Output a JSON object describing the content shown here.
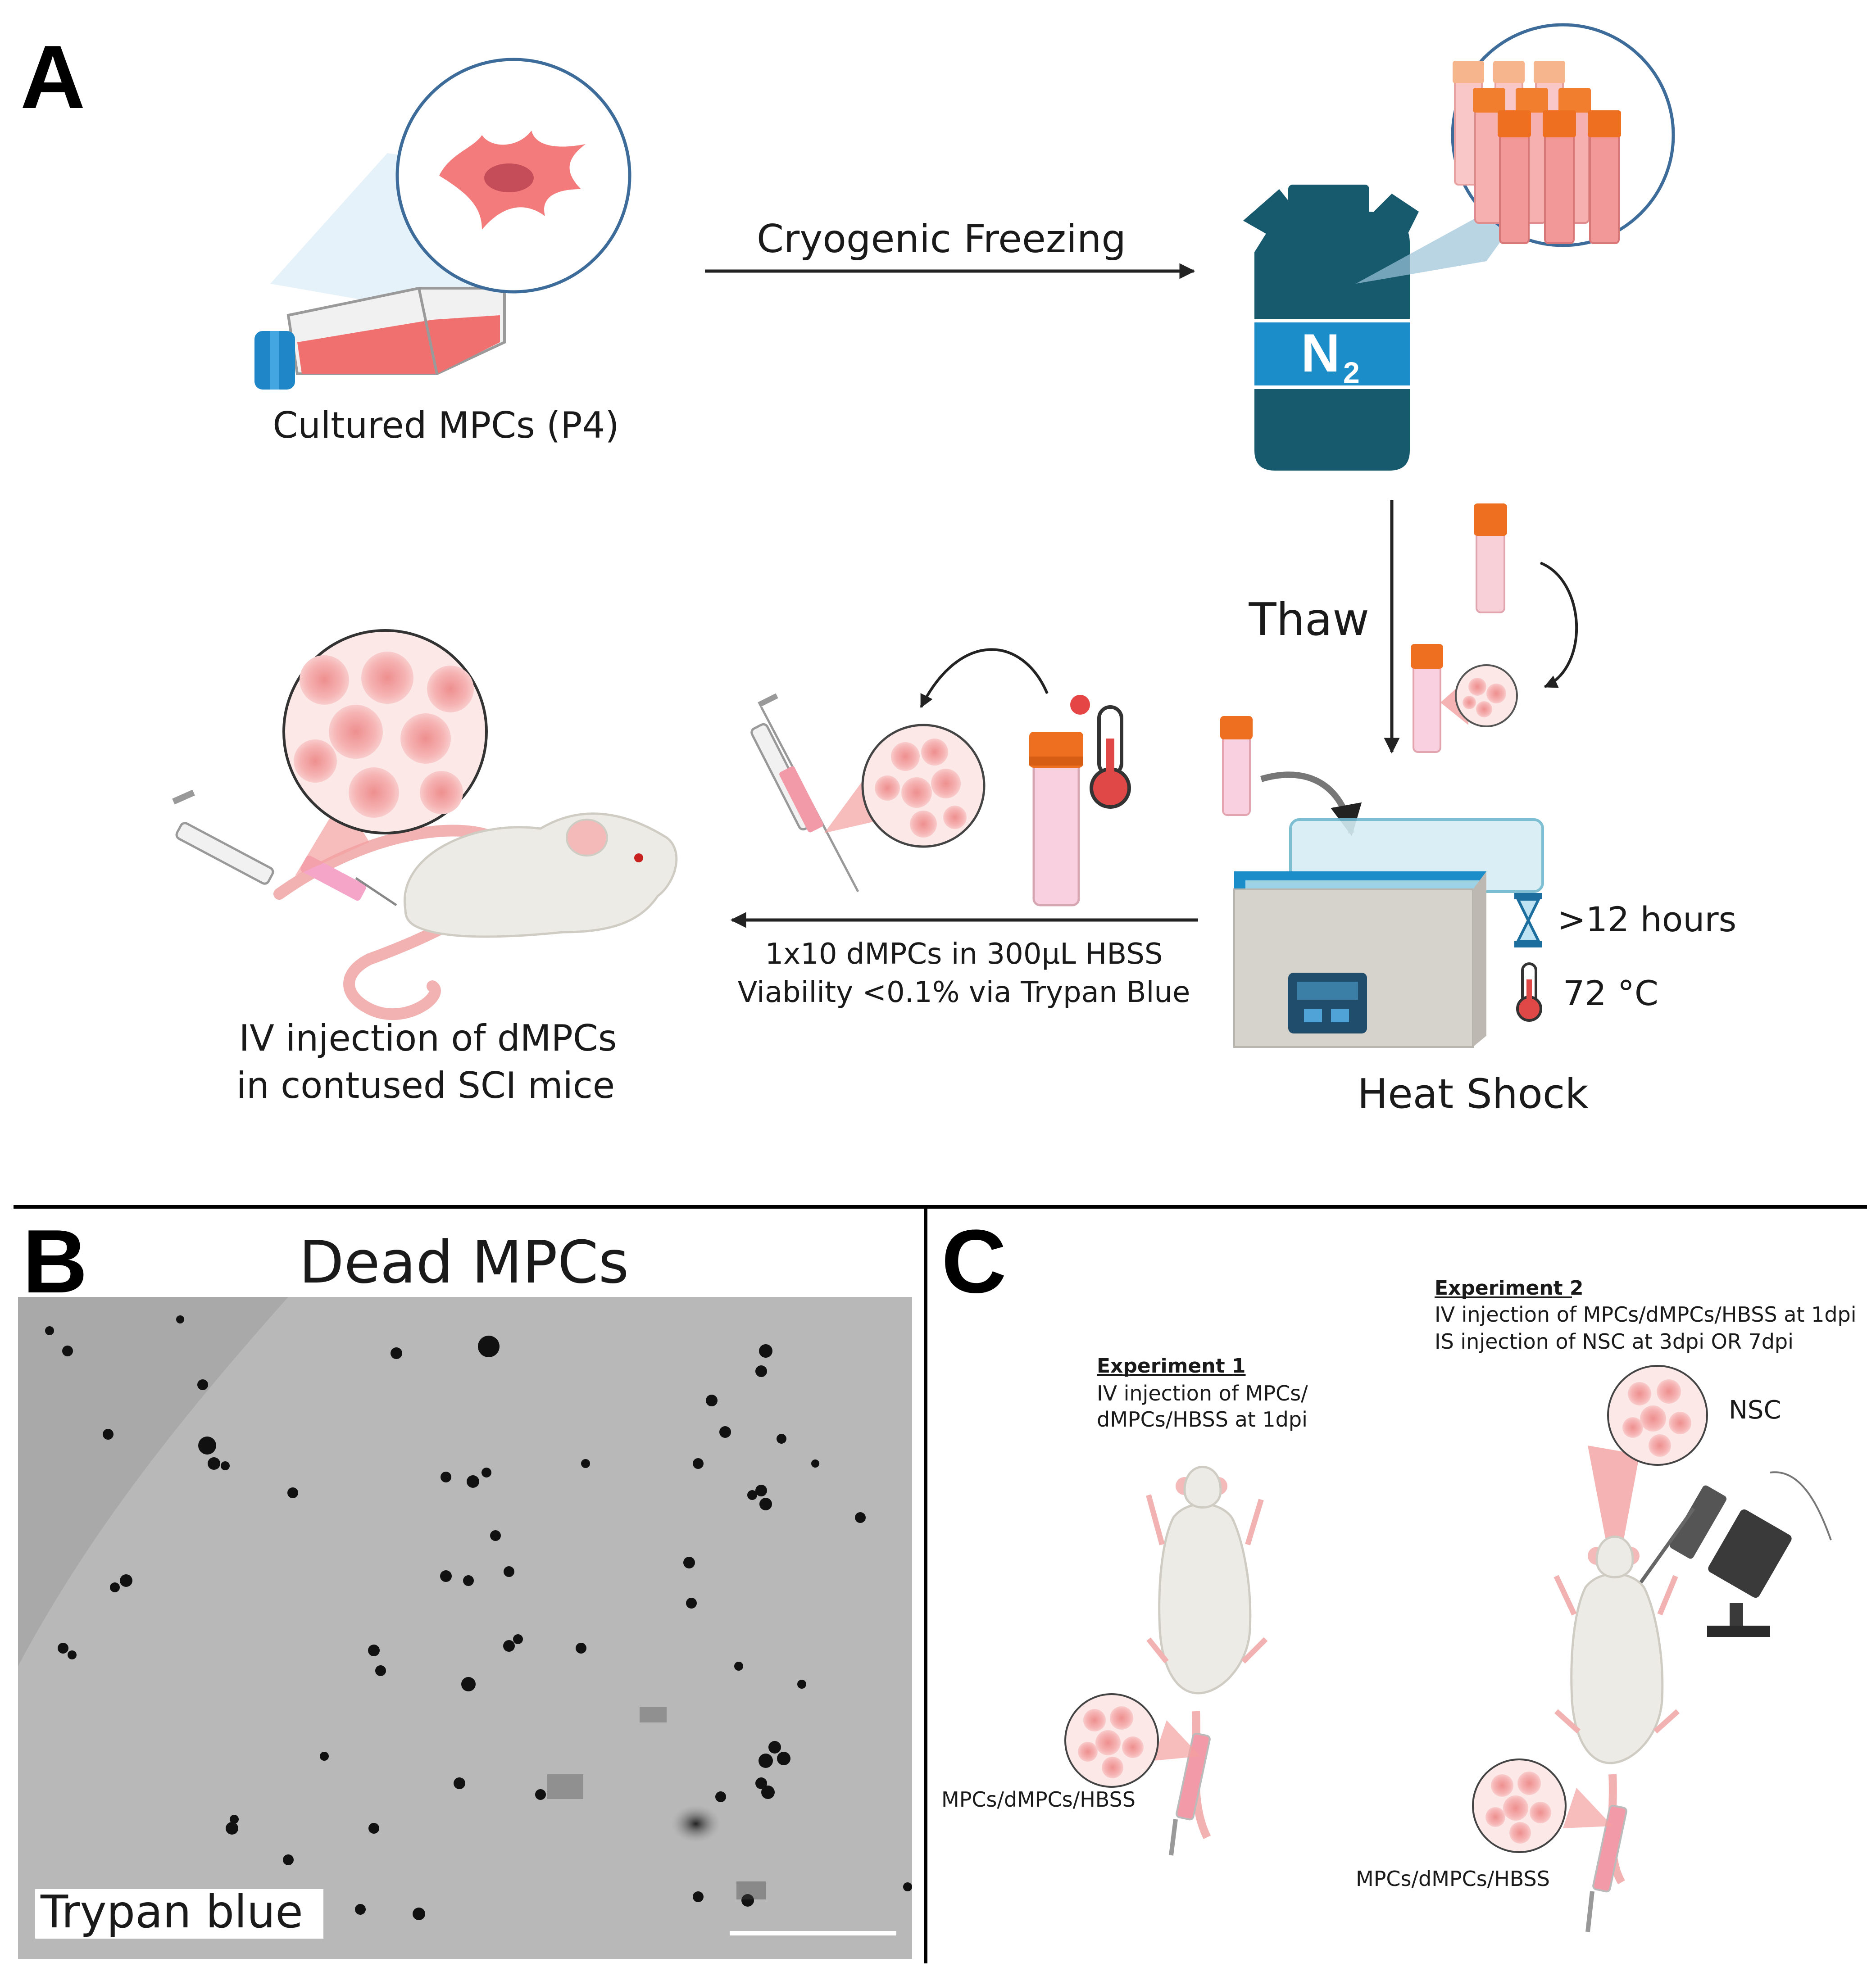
{
  "panels": {
    "a": "A",
    "b": "B",
    "c": "C"
  },
  "steps": {
    "cultured": "Cultured MPCs (P4)",
    "freezing": "Cryogenic Freezing",
    "n2_main": "N",
    "n2_sub": "2",
    "thaw": "Thaw",
    "heat_shock": "Heat Shock",
    "time": ">12 hours",
    "temp": "72 °C",
    "dose_line1": "1x10 dMPCs in 300μL HBSS",
    "dose_line2": "Viability <0.1% via Trypan Blue",
    "injection_line1": "IV injection of dMPCs",
    "injection_line2": "in contused SCI mice"
  },
  "panel_b": {
    "title": "Dead MPCs",
    "stain_label": "Trypan blue"
  },
  "panel_c": {
    "exp1_title": "Experiment 1",
    "exp1_line1": "IV injection of MPCs/",
    "exp1_line2": "dMPCs/HBSS at 1dpi",
    "exp1_label": "MPCs/dMPCs/HBSS",
    "exp2_title": "Experiment 2",
    "exp2_line1": "IV injection of MPCs/dMPCs/HBSS at 1dpi",
    "exp2_line2": "IS injection of NSC at 3dpi OR 7dpi",
    "exp2_label": "MPCs/dMPCs/HBSS",
    "nsc": "NSC"
  },
  "colors": {
    "teal": "#175a6e",
    "blue": "#1b8ec9",
    "pink": "#f08a8a",
    "orange": "#f07e2e",
    "cell": "#f4a9a9"
  }
}
